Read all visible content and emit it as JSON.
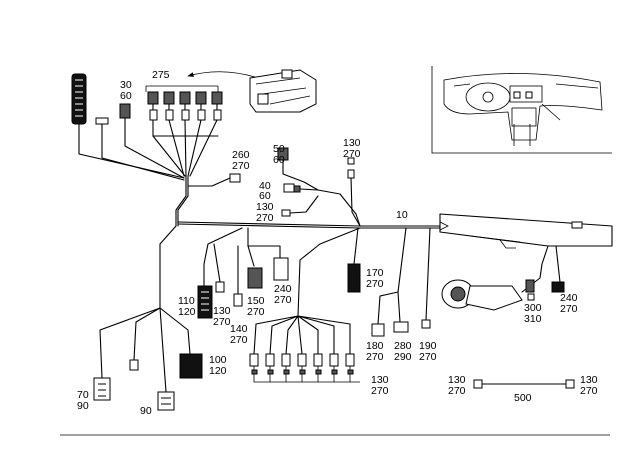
{
  "labels": {
    "l275": "275",
    "l30": "30",
    "l60a": "60",
    "l260": "260",
    "l270a": "270",
    "l50": "50",
    "l60b": "60",
    "l40": "40",
    "l60c": "60",
    "l130a": "130",
    "l270b": "270",
    "l130b": "130",
    "l270c": "270",
    "l10": "10",
    "l170": "170",
    "l270d": "270",
    "l240a": "240",
    "l270e": "270",
    "l150": "150",
    "l270f": "270",
    "l110": "110",
    "l120a": "120",
    "l130c": "130",
    "l270g": "270",
    "l140": "140",
    "l270h": "270",
    "l100": "100",
    "l120b": "120",
    "l180": "180",
    "l270i": "270",
    "l280": "280",
    "l290": "290",
    "l190": "190",
    "l270j": "270",
    "l300": "300",
    "l310": "310",
    "l240b": "240",
    "l270k": "270",
    "l130d": "130",
    "l270l": "270",
    "l70": "70",
    "l90a": "90",
    "l90b": "90",
    "l130e": "130",
    "l270m": "270",
    "l500": "500",
    "l130f": "130",
    "l270n": "270"
  }
}
